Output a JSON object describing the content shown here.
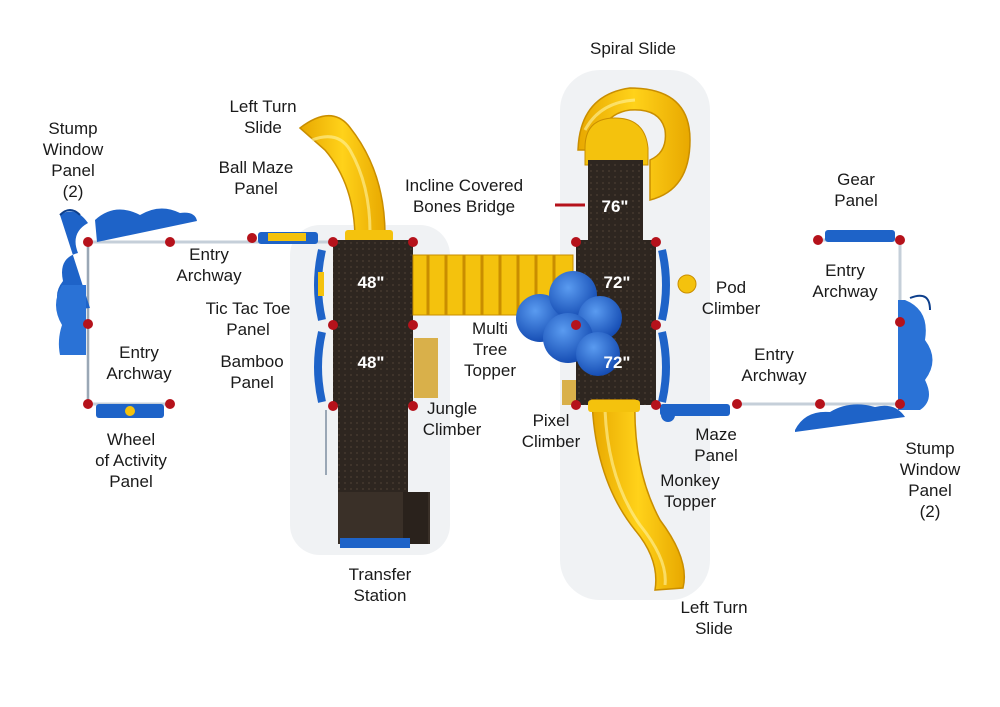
{
  "labels": {
    "spiral_slide": "Spiral Slide",
    "left_turn_slide_top": "Left Turn\nSlide",
    "stump_window_left": "Stump\nWindow\nPanel\n(2)",
    "ball_maze": "Ball Maze\nPanel",
    "incline_bridge": "Incline Covered\nBones Bridge",
    "gear_panel": "Gear\nPanel",
    "entry_archway_top_left": "Entry\nArchway",
    "entry_archway_right_top": "Entry\nArchway",
    "tic_tac_toe": "Tic Tac Toe\nPanel",
    "pod_climber": "Pod\nClimber",
    "multi_tree_topper": "Multi\nTree\nTopper",
    "entry_archway_left": "Entry\nArchway",
    "bamboo_panel": "Bamboo\nPanel",
    "entry_archway_right": "Entry\nArchway",
    "jungle_climber": "Jungle\nClimber",
    "pixel_climber": "Pixel\nClimber",
    "maze_panel": "Maze\nPanel",
    "wheel_panel": "Wheel\nof Activity\nPanel",
    "stump_window_right": "Stump\nWindow\nPanel\n(2)",
    "monkey_topper": "Monkey\nTopper",
    "transfer_station": "Transfer\nStation",
    "left_turn_slide_bottom": "Left Turn\nSlide"
  },
  "deck_heights": {
    "left_upper": "48\"",
    "left_lower": "48\"",
    "right_top": "76\"",
    "right_mid": "72\"",
    "right_low": "72\""
  },
  "colors": {
    "deck": "#2e2620",
    "slide_yellow": "#f4c20d",
    "panel_blue": "#1e63c8",
    "post_red": "#b5121b",
    "fence_gray": "#9aa7b5"
  }
}
